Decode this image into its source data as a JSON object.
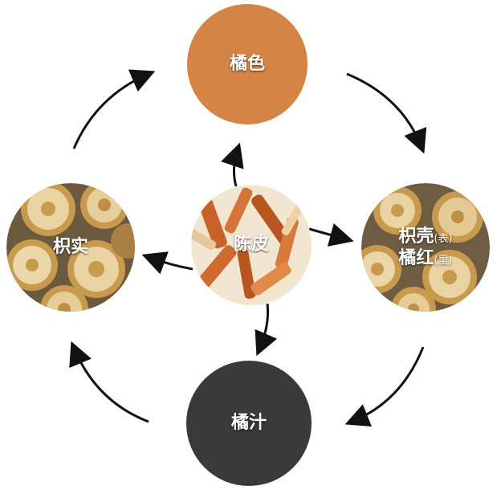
{
  "nodes": {
    "top": {
      "label": "橘色",
      "color": "#d48445"
    },
    "bottom": {
      "label": "橘汁",
      "color": "#3a3a3a"
    },
    "left": {
      "label": "枳实"
    },
    "center": {
      "label": "陈皮"
    },
    "right": {
      "line1": "枳壳",
      "line1_note": "(表)",
      "line2": "橘红",
      "line2_note": "(里)"
    }
  },
  "colors": {
    "arrow": "#111111",
    "slice_flesh": "#e9d3a2",
    "slice_rind": "#c89a4e",
    "peel": "#c9622a"
  }
}
